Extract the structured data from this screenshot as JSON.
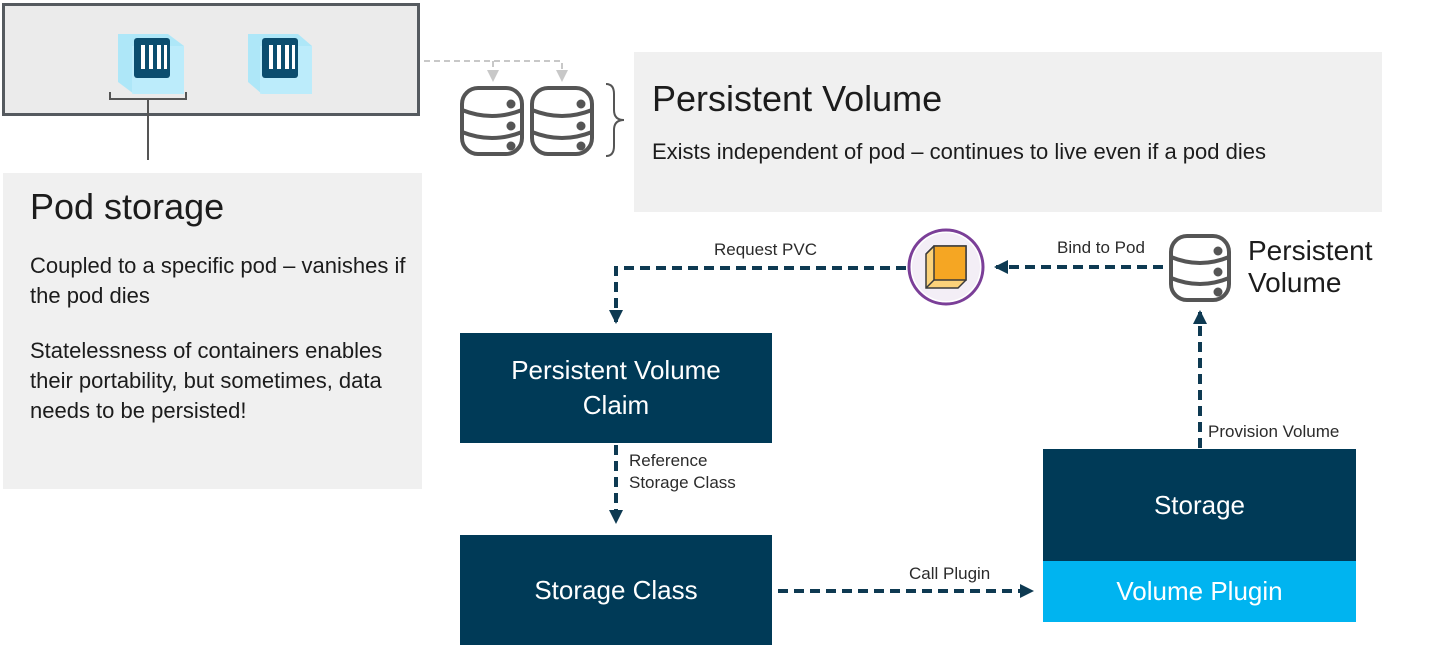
{
  "pod_storage": {
    "title": "Pod storage",
    "description_1": "Coupled to a specific pod – vanishes if the pod dies",
    "description_2": "Statelessness of containers enables their portability, but sometimes, data needs to be persisted!"
  },
  "persistent_volume_panel": {
    "title": "Persistent Volume",
    "description": "Exists independent of pod – continues to live even if a pod dies"
  },
  "flow": {
    "pvc_label": "Persistent Volume Claim",
    "storage_class_label": "Storage Class",
    "storage_label": "Storage",
    "volume_plugin_label": "Volume Plugin",
    "persistent_volume_label": "Persistent Volume",
    "request_pvc": "Request PVC",
    "bind_to_pod": "Bind to Pod",
    "reference_storage_class": "Reference Storage Class",
    "call_plugin": "Call Plugin",
    "provision_volume": "Provision Volume"
  },
  "colors": {
    "dark_box": "#003a57",
    "plugin_box": "#00b4f0",
    "arrow": "#0e3a52",
    "panel": "#f0f0f0",
    "pod_ring": "#7b3f98",
    "pod_cube": "#f5a623"
  },
  "icons": [
    "container-icon",
    "database-icon",
    "pod-icon"
  ]
}
